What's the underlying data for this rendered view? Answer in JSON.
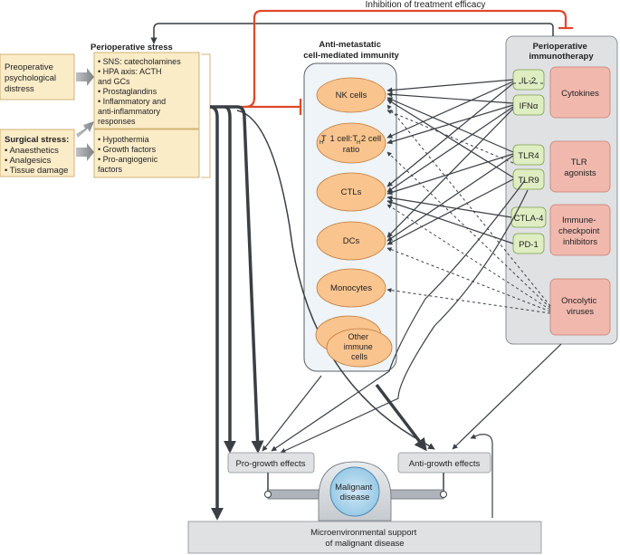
{
  "top_label": "Inhibition of treatment efficacy",
  "stress": {
    "title": "Perioperative stress",
    "preoperative": [
      "Preoperative",
      "psychological",
      "distress"
    ],
    "surgical_title": "Surgical stress:",
    "surgical_items": [
      "• Anaesthetics",
      "• Analgesics",
      "• Tissue damage"
    ],
    "effects_top": [
      "• SNS: catecholamines",
      "• HPA axis: ACTH",
      "  and GCs",
      "• Prostaglandins",
      "• Inflammatory and",
      "  anti-inflammatory",
      "  responses"
    ],
    "effects_bottom": [
      "• Hypothermia",
      "• Growth factors",
      "• Pro-angiogenic",
      "  factors"
    ]
  },
  "immunity": {
    "title_lines": [
      "Anti-metastatic",
      "cell-mediated immunity"
    ],
    "cells": {
      "nk": "NK cells",
      "th_line1": "T  1 cell:T  2 cell",
      "th_sub": "H",
      "th_line2": "ratio",
      "ctl": "CTLs",
      "dc": "DCs",
      "mono": "Monocytes",
      "other": [
        "Other",
        "immune",
        "cells"
      ]
    }
  },
  "immunotherapy": {
    "title_lines": [
      "Perioperative",
      "immunotherapy"
    ],
    "agents": [
      "IL-2",
      "IFNα",
      "TLR4",
      "TLR9",
      "CTLA-4",
      "PD-1"
    ],
    "classes": {
      "cytokines": [
        "Cytokines"
      ],
      "tlr": [
        "TLR",
        "agonists"
      ],
      "checkpoint": [
        "Immune-",
        "checkpoint",
        "inhibitors"
      ],
      "viruses": [
        "Oncolytic",
        "viruses"
      ]
    }
  },
  "scale": {
    "pro": "Pro-growth effects",
    "anti": "Anti-growth effects",
    "malignant": [
      "Malignant",
      "disease"
    ],
    "base": [
      "Microenvironmental support",
      "of malignant disease"
    ]
  },
  "colors": {
    "cream": "#fbecc8",
    "orange": "#f9c48e",
    "green": "#dfedc3",
    "pink": "#f1b9ae",
    "blue_panel": "#eef4f8",
    "grey_panel": "#dfe1e3",
    "red": "#e0472a",
    "dark": "#3a3f44"
  }
}
